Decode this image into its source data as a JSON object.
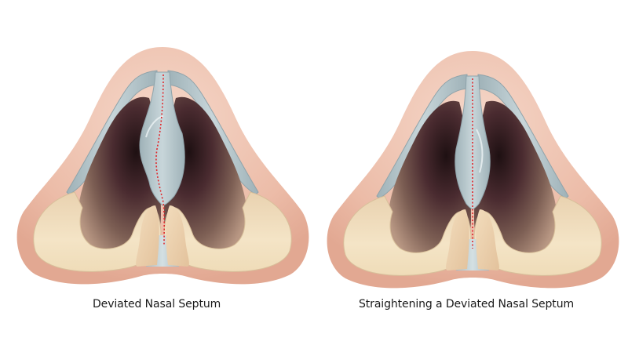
{
  "figures": [
    {
      "id": "deviated",
      "caption": "Deviated Nasal Septum",
      "septum_line": "deviated"
    },
    {
      "id": "straightened",
      "caption": "Straightening a Deviated Nasal Septum",
      "septum_line": "straight"
    }
  ],
  "colors": {
    "skin": "#eab7a2",
    "skin_light": "#f3d1c2",
    "cartilage": "#b7c7cc",
    "cartilage_dark": "#8fa3aa",
    "nostril_dark": "#3a2226",
    "nostril_mid": "#8a6a5c",
    "alar_cream": "#f0dcb4",
    "alar_inner": "#c9ab92",
    "septum_line": "#e0262a"
  }
}
